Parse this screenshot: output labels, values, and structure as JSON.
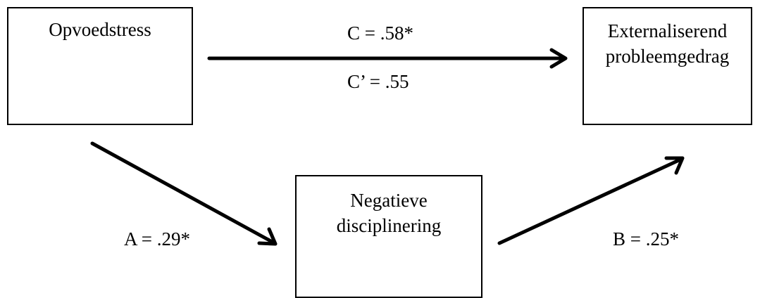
{
  "nodes": {
    "opvoedstress": {
      "label": "Opvoedstress"
    },
    "externaliserend": {
      "label_line1": "Externaliserend",
      "label_line2": "probleemgedrag"
    },
    "negatieve": {
      "label_line1": "Negatieve",
      "label_line2": "disciplinering"
    }
  },
  "paths": {
    "c": "C = .58*",
    "c_prime": "C’ = .55",
    "a": "A = .29*",
    "b": "B = .25*"
  }
}
